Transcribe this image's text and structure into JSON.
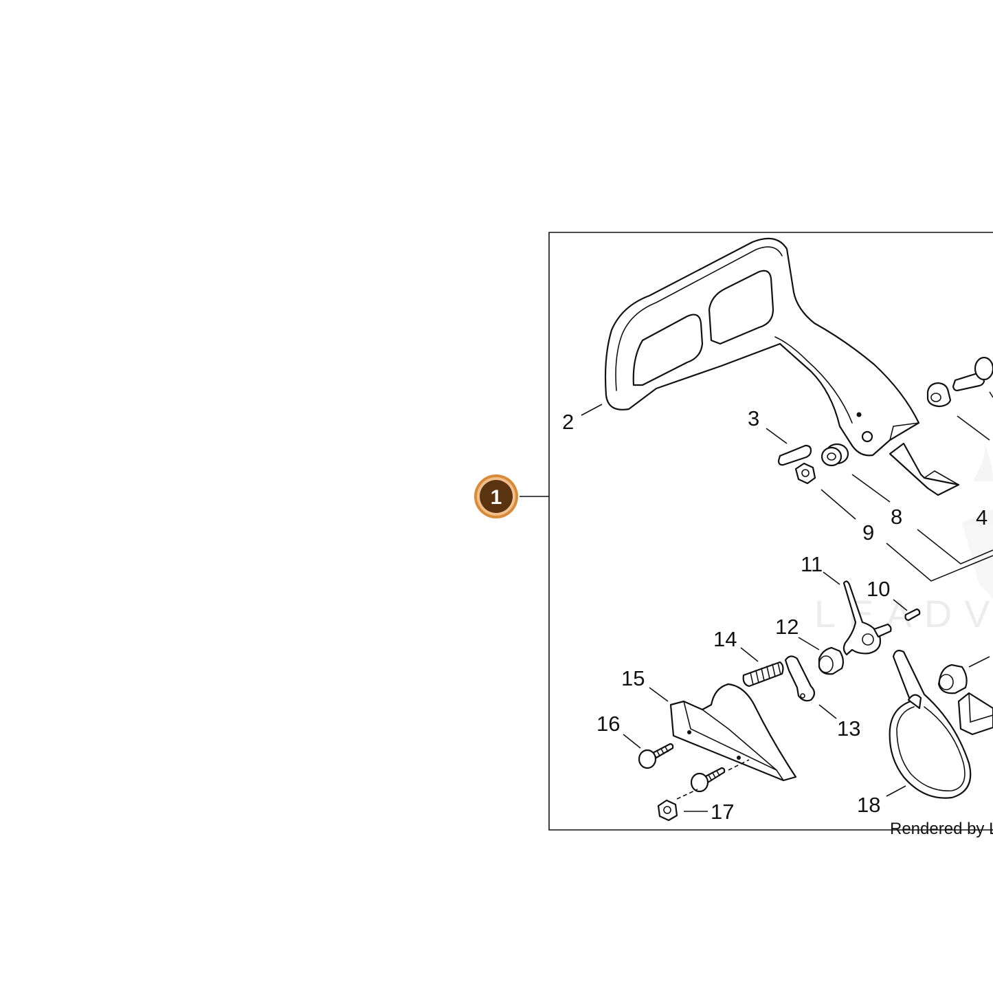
{
  "callout": {
    "number": "1",
    "fill_color": "#5a3310",
    "ring_color": "#d98b3a"
  },
  "parts": [
    {
      "id": "2",
      "label": "2"
    },
    {
      "id": "3",
      "label": "3"
    },
    {
      "id": "4",
      "label": "4"
    },
    {
      "id": "8",
      "label": "8"
    },
    {
      "id": "9",
      "label": "9"
    },
    {
      "id": "10",
      "label": "10"
    },
    {
      "id": "11",
      "label": "11"
    },
    {
      "id": "12",
      "label": "12"
    },
    {
      "id": "13",
      "label": "13"
    },
    {
      "id": "14",
      "label": "14"
    },
    {
      "id": "15",
      "label": "15"
    },
    {
      "id": "16",
      "label": "16"
    },
    {
      "id": "17",
      "label": "17"
    },
    {
      "id": "18",
      "label": "18"
    }
  ],
  "footer_note": "Rendered by Le",
  "watermark": "LEADVE"
}
